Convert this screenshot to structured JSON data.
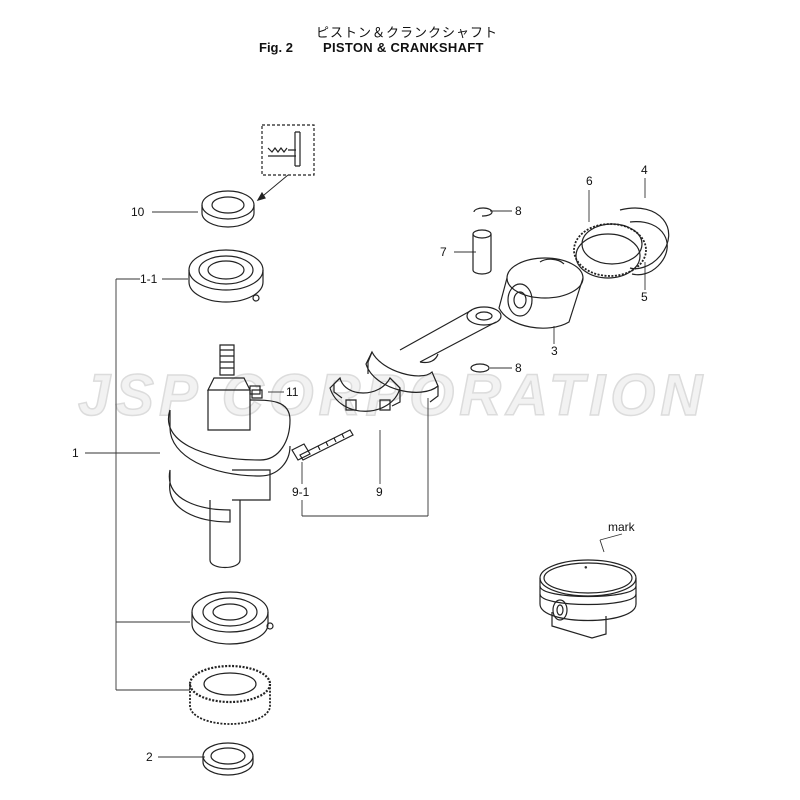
{
  "header": {
    "title_jp": "ピストン＆クランクシャフト",
    "figure_label": "Fig. 2",
    "title_en": "PISTON & CRANKSHAFT"
  },
  "watermark": {
    "text": "JSP CORPORATION"
  },
  "callouts": {
    "c1": "1",
    "c1_1": "1-1",
    "c2": "2",
    "c3": "3",
    "c4": "4",
    "c5": "5",
    "c6": "6",
    "c7": "7",
    "c8_top": "8",
    "c8_bottom": "8",
    "c9": "9",
    "c9_1": "9-1",
    "c10": "10",
    "c11": "11",
    "mark": "mark"
  },
  "colors": {
    "line": "#222222",
    "watermark": "#e6e6e6"
  }
}
